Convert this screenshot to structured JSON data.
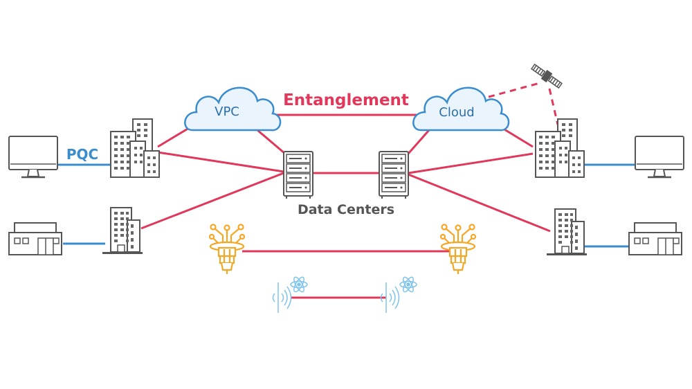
{
  "labels": {
    "pqc": "PQC",
    "entanglement": "Entanglement",
    "vpc": "VPC",
    "cloud": "Cloud",
    "data_centers": "Data Centers"
  },
  "colors": {
    "quantum_link": "#e0385b",
    "pqc_link": "#3a8ccc",
    "cloud_fill": "#e9f4fc",
    "cloud_stroke": "#3a8ccc",
    "outline": "#555555",
    "quantum_computer": "#f5a623",
    "atom": "#7ec3ea"
  },
  "icons": [
    "monitor-icon",
    "office-building-icon",
    "skyscraper-icon",
    "storefront-icon",
    "cloud-icon",
    "server-rack-icon",
    "satellite-icon",
    "quantum-computer-icon",
    "atom-icon",
    "signal-emitter-icon"
  ]
}
